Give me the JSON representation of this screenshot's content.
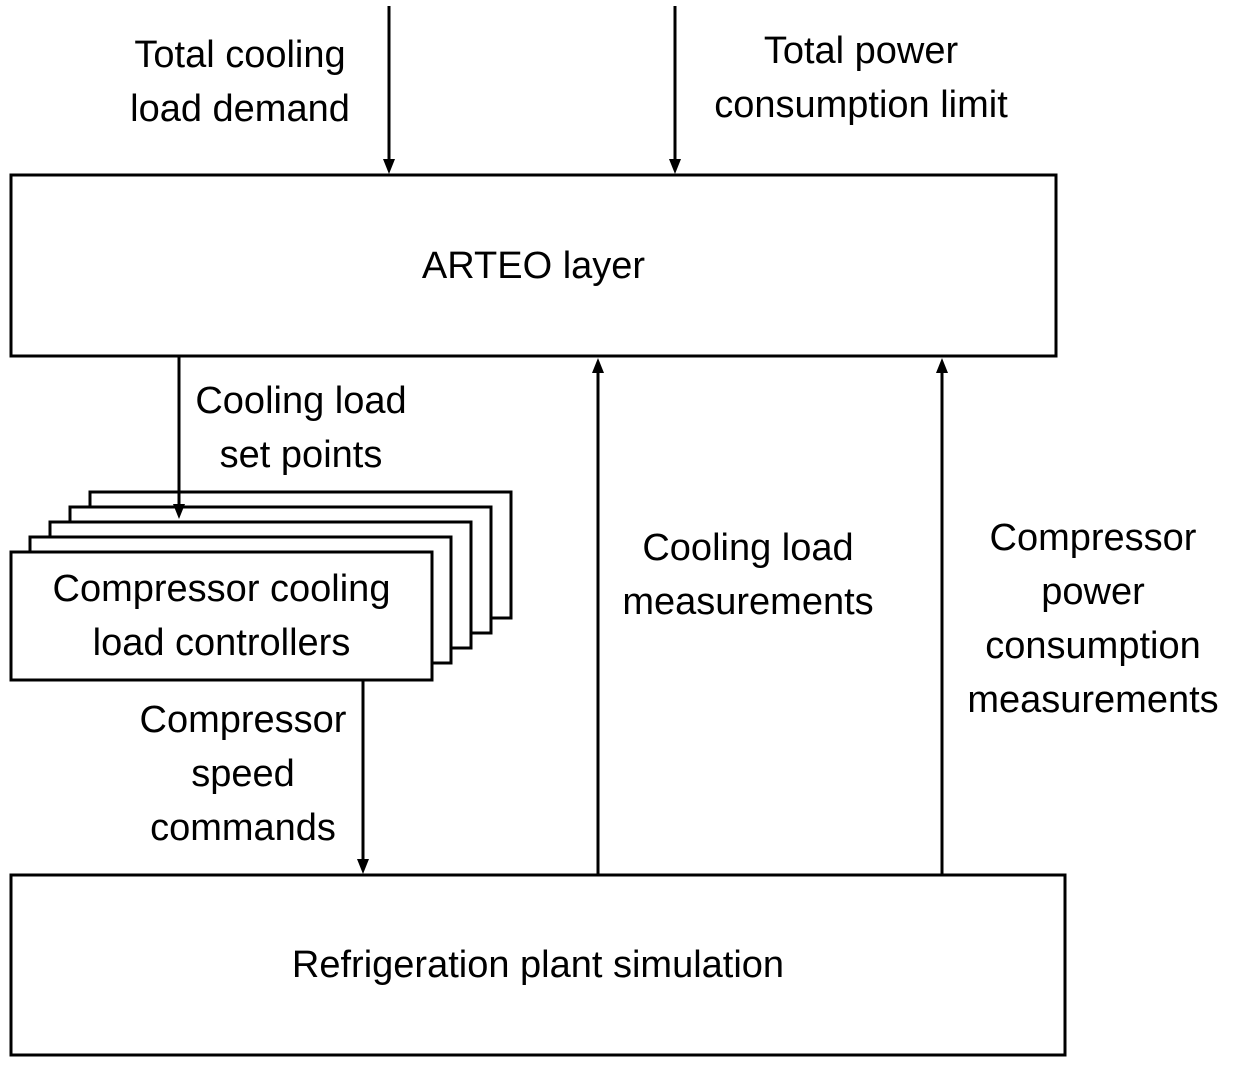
{
  "nodes": {
    "arteo_layer": "ARTEO layer",
    "controllers": "Compressor cooling\nload controllers",
    "plant": "Refrigeration plant simulation"
  },
  "edges": {
    "total_cooling_load_demand": "Total cooling\nload demand",
    "total_power_limit": "Total power\nconsumption limit",
    "cooling_load_set_points": "Cooling load\nset points",
    "compressor_speed_commands": "Compressor\nspeed\ncommands",
    "cooling_load_measurements": "Cooling load\nmeasurements",
    "compressor_power_measurements": "Compressor\npower\nconsumption\nmeasurements"
  },
  "colors": {
    "stroke": "#000000",
    "background": "#ffffff"
  }
}
